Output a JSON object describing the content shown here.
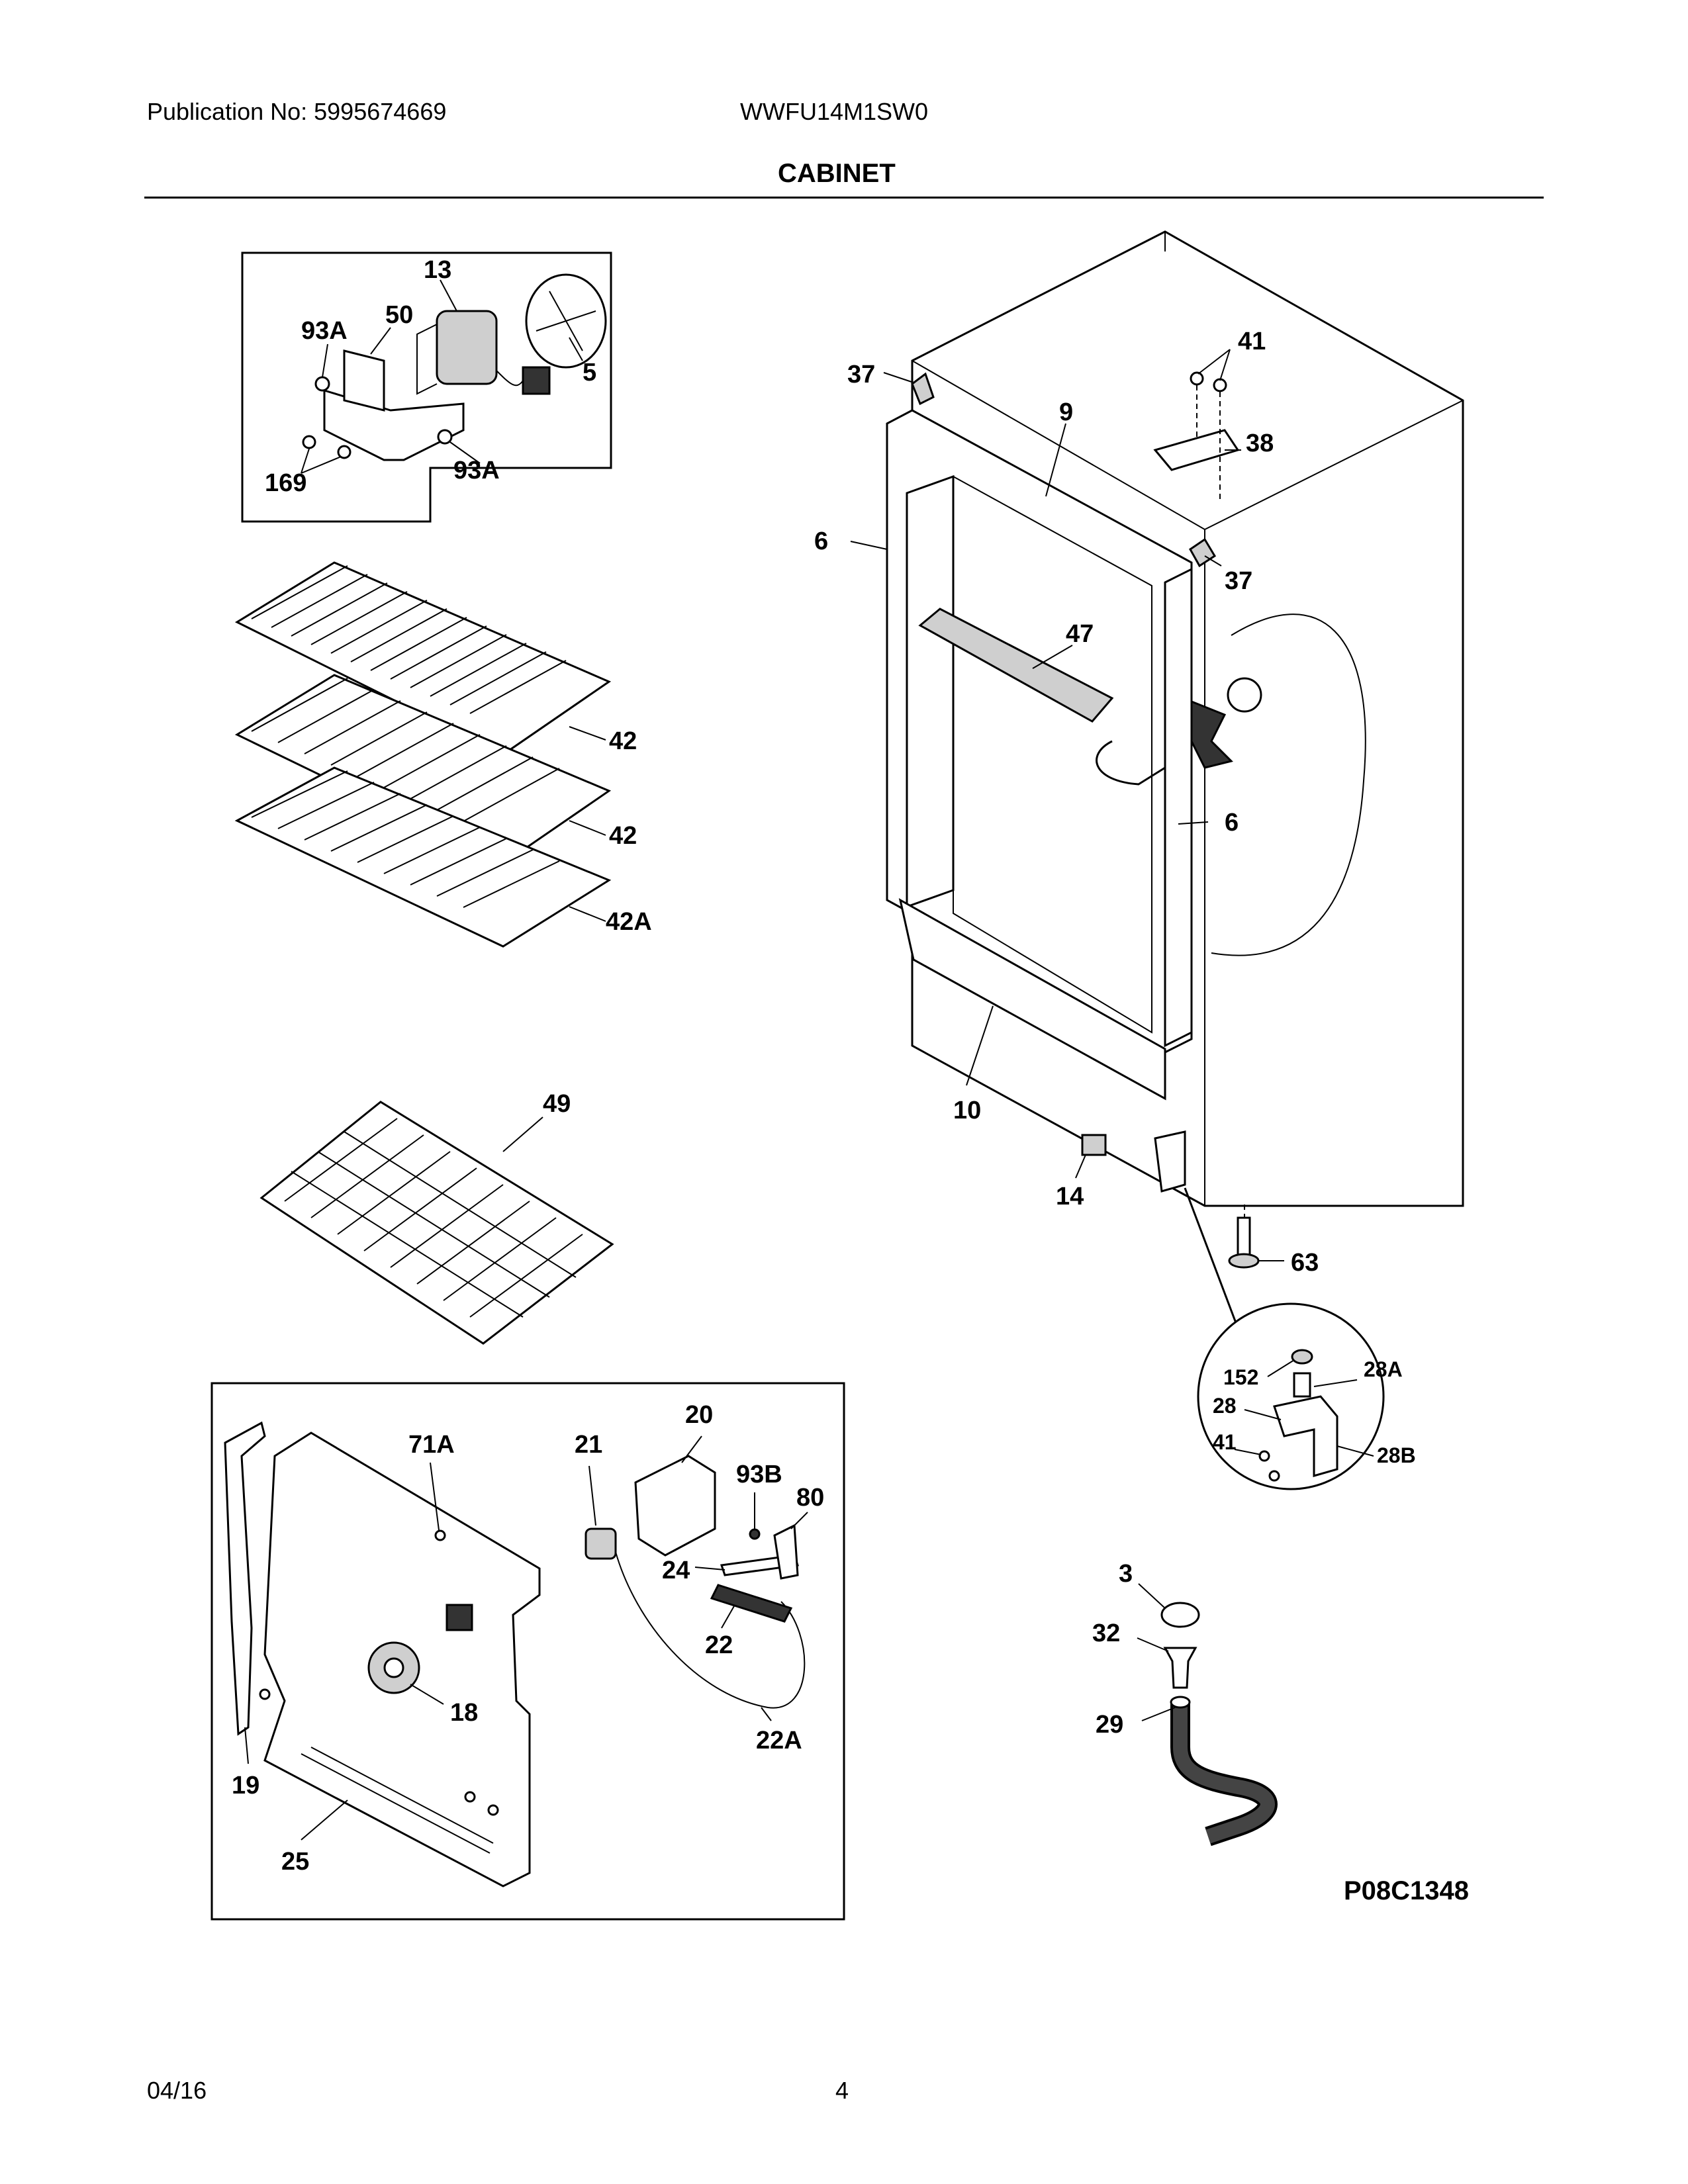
{
  "header": {
    "publication": "Publication No: 5995674669",
    "model": "WWFU14M1SW0",
    "title": "CABINET"
  },
  "footer": {
    "date": "04/16",
    "page": "4"
  },
  "diagram_code": "P08C1348",
  "callouts": {
    "fan": [
      "13",
      "93A",
      "50",
      "5",
      "169",
      "93A"
    ],
    "shelves": [
      "42",
      "42",
      "42A"
    ],
    "basket": [
      "49"
    ],
    "cabinet": [
      "37",
      "41",
      "9",
      "38",
      "6",
      "37",
      "47",
      "6",
      "10",
      "14",
      "63"
    ],
    "hinge_detail": [
      "152",
      "28A",
      "28",
      "41",
      "28B"
    ],
    "control": [
      "71A",
      "21",
      "20",
      "93B",
      "80",
      "24",
      "22",
      "18",
      "22A",
      "19",
      "25"
    ],
    "drain": [
      "3",
      "32",
      "29"
    ]
  }
}
